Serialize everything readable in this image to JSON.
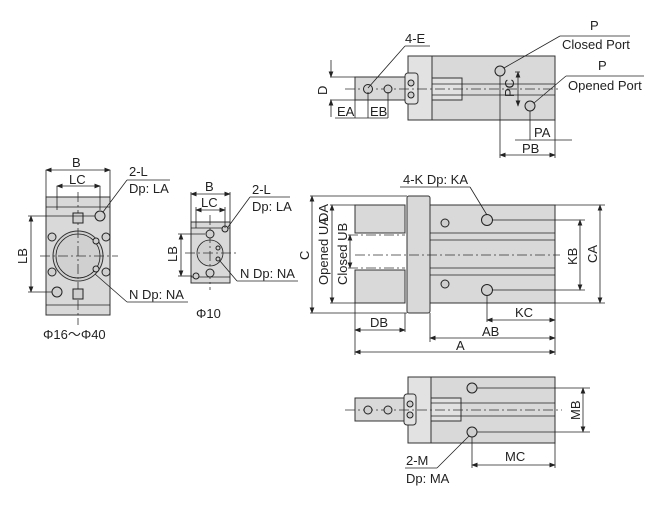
{
  "top_view": {
    "holes_label": "4-E",
    "closed_port_p": "P",
    "closed_port_label": "Closed Port",
    "opened_port_p": "P",
    "opened_port_label": "Opened Port",
    "dims": {
      "d": "D",
      "ea": "EA",
      "eb": "EB",
      "pc": "PC",
      "pa": "PA",
      "pb": "PB"
    }
  },
  "front_view": {
    "holes_label": "4-K Dp: KA",
    "dims": {
      "c": "C",
      "opened_ua": "Opened UA",
      "da": "DA",
      "closed_ub": "Closed UB",
      "kb": "KB",
      "ca": "CA",
      "db": "DB",
      "kc": "KC",
      "ab": "AB",
      "a": "A"
    }
  },
  "end_view_large": {
    "b": "B",
    "lc": "LC",
    "lb": "LB",
    "l_label": "2-L",
    "l_depth": "Dp: LA",
    "n_label": "N  Dp: NA",
    "caption": "Φ16～Φ40"
  },
  "end_view_small": {
    "b": "B",
    "lc": "LC",
    "lb": "LB",
    "l_label": "2-L",
    "l_depth": "Dp: LA",
    "n_label": "N  Dp: NA",
    "caption": "Φ10"
  },
  "bottom_view": {
    "m_label": "2-M",
    "m_depth": "Dp: MA",
    "dims": {
      "mb": "MB",
      "mc": "MC"
    }
  }
}
